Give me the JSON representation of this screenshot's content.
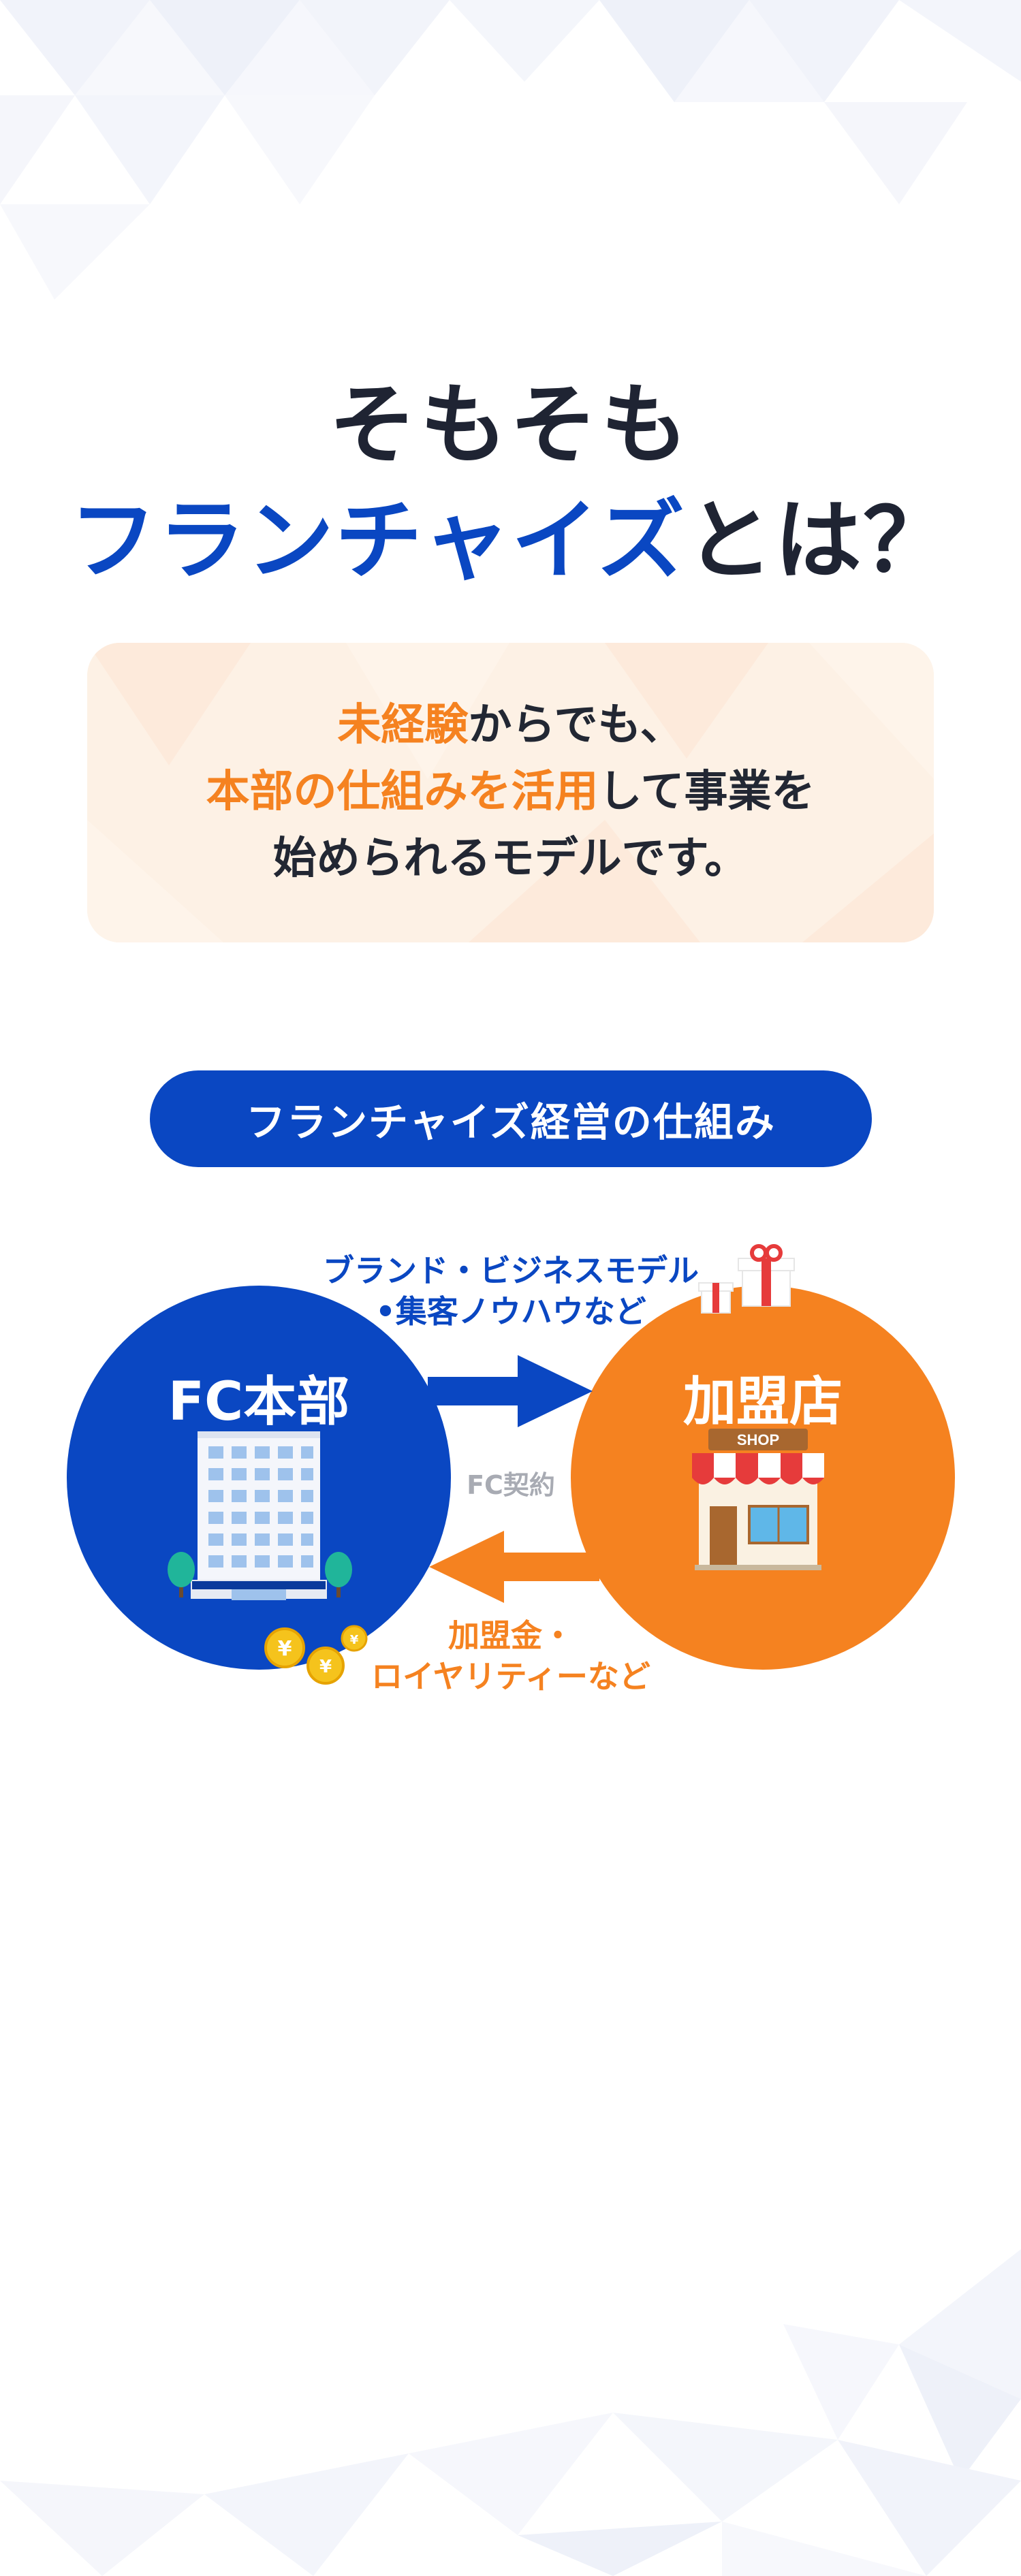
{
  "headline": {
    "line1": "そもそも",
    "line2_accent": "フランチャイズ",
    "line2_rest": "とは？"
  },
  "intro": {
    "line1_highlight": "未経験",
    "line1_rest": "からでも、",
    "line2_highlight": "本部の仕組みを活用",
    "line2_rest": "して事業を",
    "line3": "始められるモデルです。"
  },
  "section_label": "フランチャイズ経営の仕組み",
  "diagram": {
    "headquarters": "FC本部",
    "franchisee": "加盟店",
    "to_franchisee_line1": "ブランド・ビジネスモデル",
    "to_franchisee_line2": "•集客ノウハウなど",
    "contract": "FC契約",
    "to_headquarters_line1": "加盟金・",
    "to_headquarters_line2": "ロイヤリティーなど",
    "shop_sign": "SHOP",
    "coin_symbol": "¥",
    "icons": [
      "office-building-icon",
      "tree-icon",
      "shop-icon",
      "gift-box-icon",
      "yen-coin-icon",
      "arrow-right-icon",
      "arrow-left-icon"
    ]
  },
  "colors": {
    "brand_blue": "#0a47c2",
    "brand_orange": "#f58220",
    "text_dark": "#1f2433",
    "card_bg": "#fdf1e5",
    "muted_gray": "#a8abb3"
  }
}
